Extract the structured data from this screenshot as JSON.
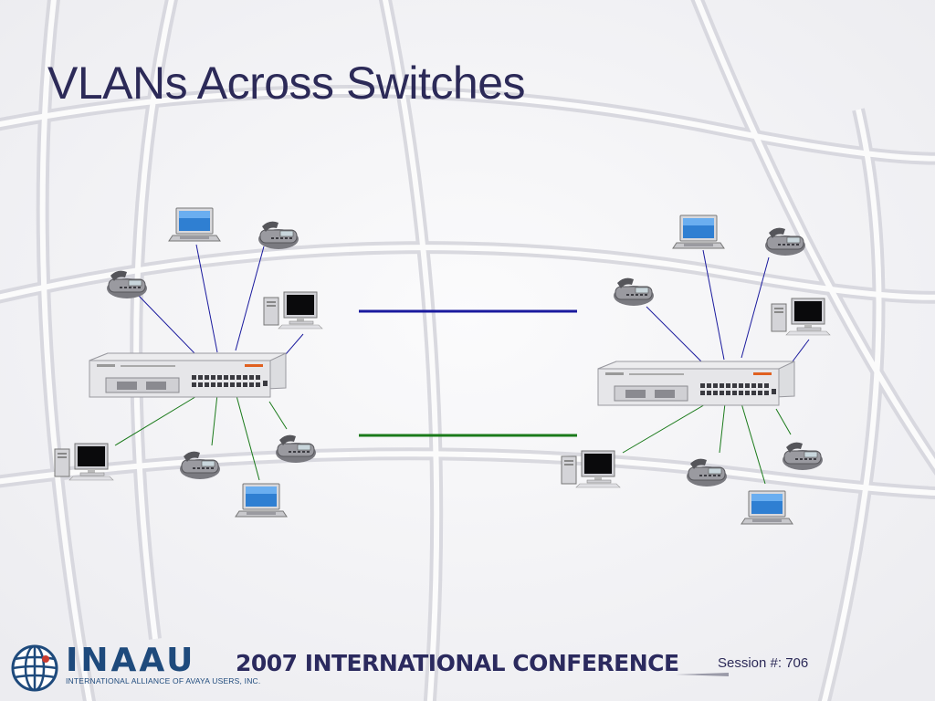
{
  "slide": {
    "title": "VLANs Across Switches"
  },
  "footer": {
    "brand": "INAAU",
    "brand_subtitle": "INTERNATIONAL ALLIANCE OF AVAYA USERS, INC.",
    "conference": "2007 INTERNATIONAL CONFERENCE",
    "session": "Session #: 706"
  },
  "colors": {
    "title": "#2c2a58",
    "blue_vlan": "#1a1a9e",
    "green_vlan": "#1a7a1a",
    "brand": "#1e4a7c"
  },
  "icons": [
    "switch-icon",
    "laptop-icon",
    "ip-phone-icon",
    "desktop-computer-icon",
    "globe-logo-icon"
  ]
}
